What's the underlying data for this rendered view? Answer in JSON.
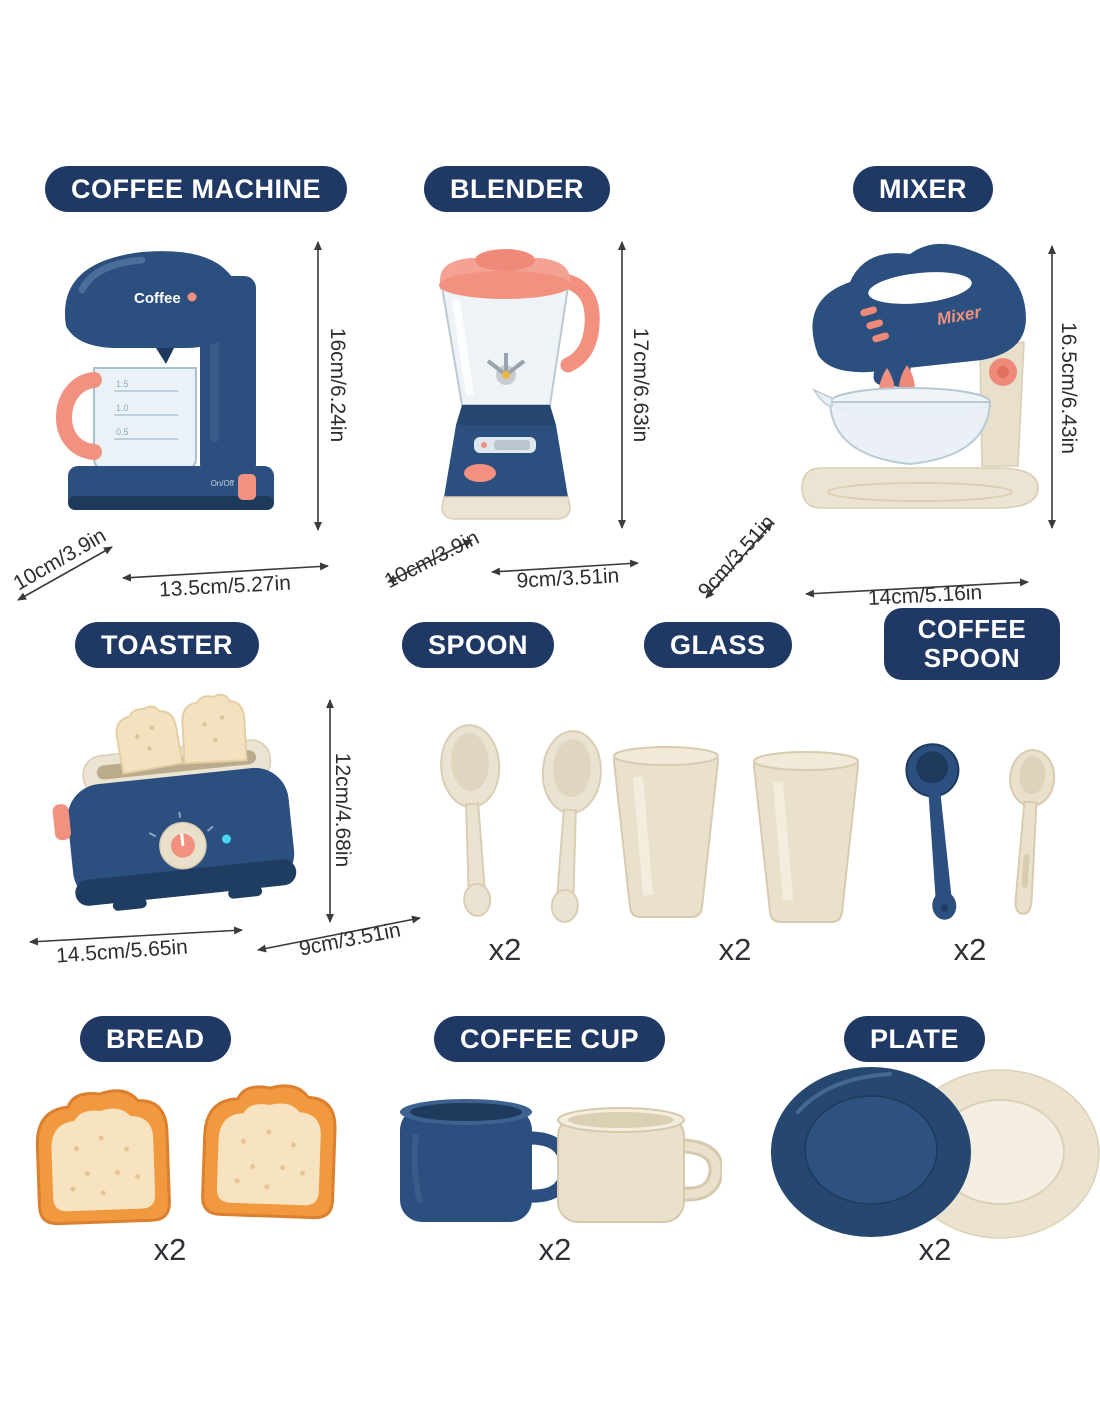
{
  "page": {
    "background": "#ffffff"
  },
  "colors": {
    "navy": "#1f3864",
    "coral": "#f2917f",
    "cream": "#eae1cc"
  },
  "sections": {
    "coffee_machine": {
      "label": "COFFEE MACHINE",
      "brand_text": "Coffee",
      "switch_text": "On/Off",
      "carafe_marks": [
        "1.5",
        "1.0",
        "0.5"
      ],
      "dims": {
        "height": "16cm/6.24in",
        "depth": "10cm/3.9in",
        "width": "13.5cm/5.27in"
      }
    },
    "blender": {
      "label": "BLENDER",
      "dims": {
        "height": "17cm/6.63in",
        "depth": "10cm/3.9in",
        "width": "9cm/3.51in"
      }
    },
    "mixer": {
      "label": "MIXER",
      "brand_text": "Mixer",
      "dims": {
        "height": "16.5cm/6.43in",
        "depth": "9cm/3.51in",
        "width": "14cm/5.16in"
      }
    },
    "toaster": {
      "label": "TOASTER",
      "dims": {
        "height": "12cm/4.68in",
        "width": "14.5cm/5.65in",
        "depth": "9cm/3.51in"
      }
    },
    "spoon": {
      "label": "SPOON",
      "qty": "x2"
    },
    "glass": {
      "label": "GLASS",
      "qty": "x2"
    },
    "coffee_spoon": {
      "label": "COFFEE SPOON",
      "qty": "x2"
    },
    "bread": {
      "label": "BREAD",
      "qty": "x2"
    },
    "coffee_cup": {
      "label": "COFFEE CUP",
      "qty": "x2"
    },
    "plate": {
      "label": "PLATE",
      "qty": "x2"
    }
  }
}
